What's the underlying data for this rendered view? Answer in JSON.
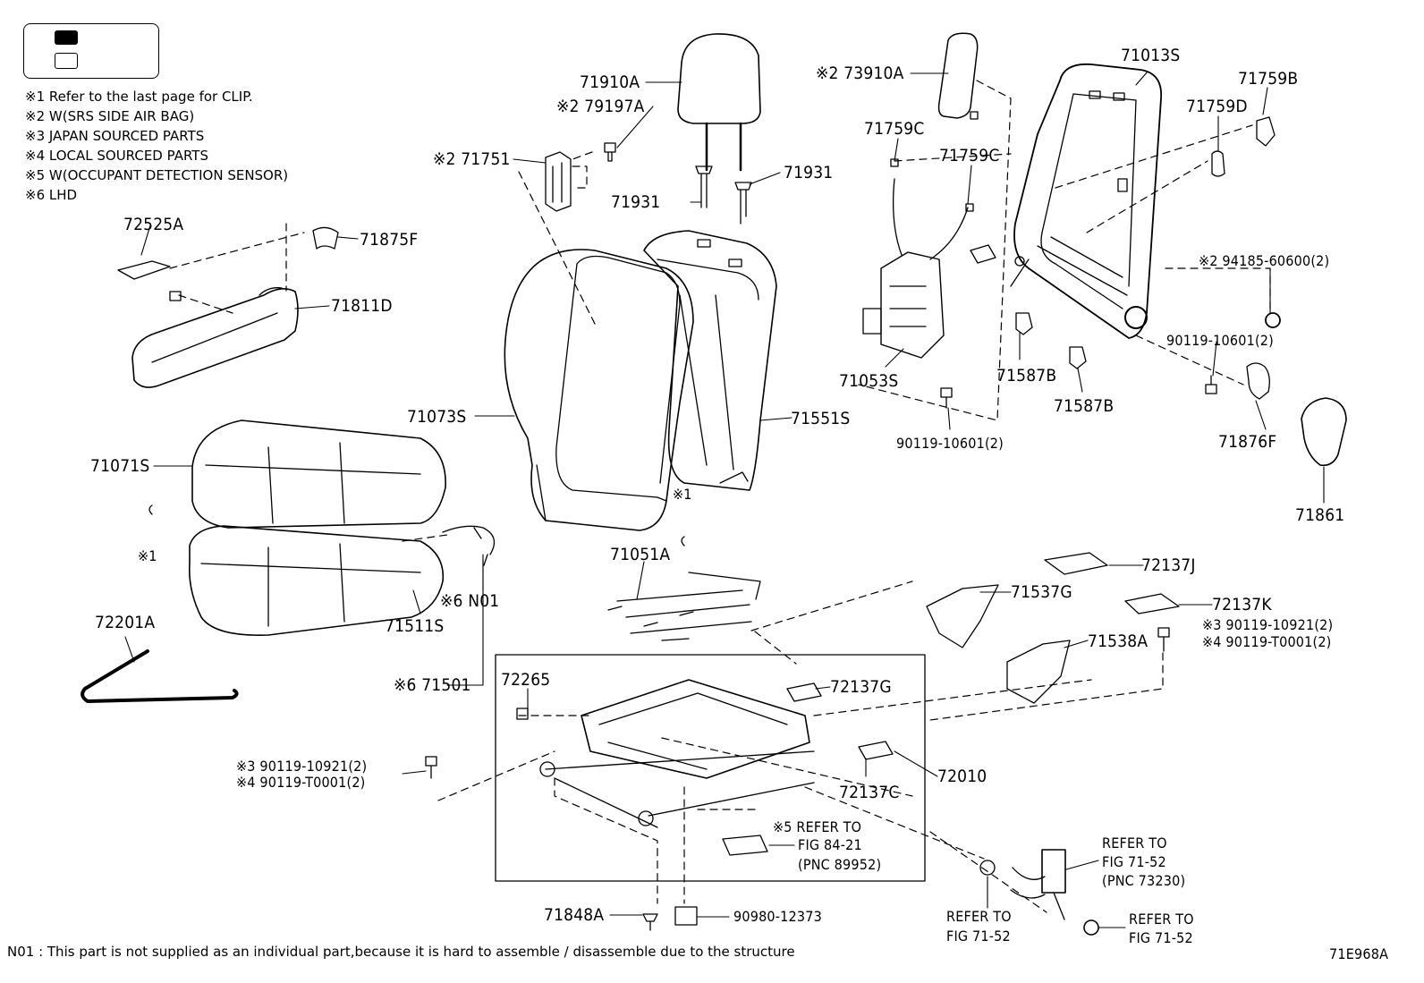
{
  "legend": {
    "filled_swatch": "filled",
    "open_swatch": "open"
  },
  "notes": [
    "※1  Refer to the last page for CLIP.",
    "※2  W(SRS SIDE AIR BAG)",
    "※3  JAPAN SOURCED PARTS",
    "※4  LOCAL SOURCED PARTS",
    "※5  W(OCCUPANT DETECTION SENSOR)",
    "※6 LHD"
  ],
  "parts": {
    "p71910A": "71910A",
    "p79197A": "※2 79197A",
    "p71751": "※2 71751",
    "p71931a": "71931",
    "p71931b": "71931",
    "p72525A": "72525A",
    "p71875F": "71875F",
    "p71811D": "71811D",
    "p73910A": "※2 73910A",
    "p71013S": "71013S",
    "p71759B": "71759B",
    "p71759D": "71759D",
    "p71759Ca": "71759C",
    "p71759Cb": "71759C",
    "p94185": "※2 94185-60600(2)",
    "p90119_10601a": "90119-10601(2)",
    "p71053S": "71053S",
    "p71587Ba": "71587B",
    "p71587Bb": "71587B",
    "p90119_10601b": "90119-10601(2)",
    "p71876F": "71876F",
    "p71861": "71861",
    "p71073S": "71073S",
    "p71551S": "71551S",
    "p71071S": "71071S",
    "p_clip1": "※1",
    "p_clip2": "※1",
    "p71051A": "71051A",
    "p72137J": "72137J",
    "p71537G": "71537G",
    "p72137K": "72137K",
    "p90119_10921_r": "※3 90119-10921(2)",
    "p90119_T0001_r": "※4 90119-T0001(2)",
    "p71538A": "71538A",
    "pN01": "※6 N01",
    "p71511S": "71511S",
    "p71501": "※6 71501",
    "p72201A": "72201A",
    "p72265": "72265",
    "p72137G": "72137G",
    "p90119_10921_l": "※3 90119-10921(2)",
    "p90119_T0001_l": "※4 90119-T0001(2)",
    "p72010": "72010",
    "p72137C": "72137C",
    "p_ref84_1": "※5 REFER TO",
    "p_ref84_2": "FIG 84-21",
    "p_ref84_3": "(PNC 89952)",
    "p_ref7152a_1": "REFER TO",
    "p_ref7152a_2": "FIG 71-52",
    "p_ref7152a_3": "(PNC 73230)",
    "p_ref7152b_1": "REFER TO",
    "p_ref7152b_2": "FIG 71-52",
    "p_ref7152c_1": "REFER TO",
    "p_ref7152c_2": "FIG 71-52",
    "p71848A": "71848A",
    "p90980": "90980-12373"
  },
  "footnote": "N01 : This part is not supplied as an individual part,because it is hard to assemble / disassemble due to the structure",
  "figure_code": "71E968A"
}
